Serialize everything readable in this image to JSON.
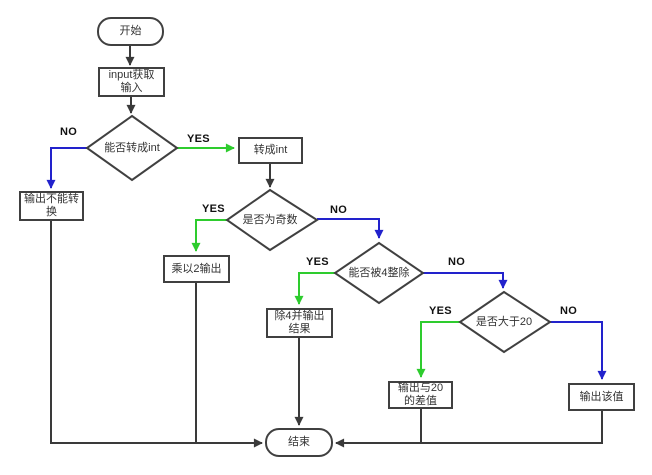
{
  "diagram_type": "flowchart",
  "nodes": {
    "start": "开始",
    "get_input": "input获取\n输入",
    "can_convert": "能否转成int",
    "output_cannot_convert": "输出不能转\n换",
    "to_int": "转成int",
    "is_odd": "是否为奇数",
    "multiply_by_2": "乘以2输出",
    "divisible_by_4": "能否被4整除",
    "divide_by_4": "除4并输出\n结果",
    "greater_than_20": "是否大于20",
    "output_diff_20": "输出与20\n的差值",
    "output_value": "输出该值",
    "end": "结束"
  },
  "edge_labels": {
    "can_convert_no": "NO",
    "can_convert_yes": "YES",
    "is_odd_yes": "YES",
    "is_odd_no": "NO",
    "divisible_yes": "YES",
    "divisible_no": "NO",
    "greater_yes": "YES",
    "greater_no": "NO"
  },
  "colors": {
    "default_line": "#3a3a3a",
    "yes_branch": "#2ecc2e",
    "no_branch": "#2222cc",
    "node_border": "#404040",
    "node_fill": "#ffffff",
    "text": "#333333",
    "background": "#ffffff"
  }
}
